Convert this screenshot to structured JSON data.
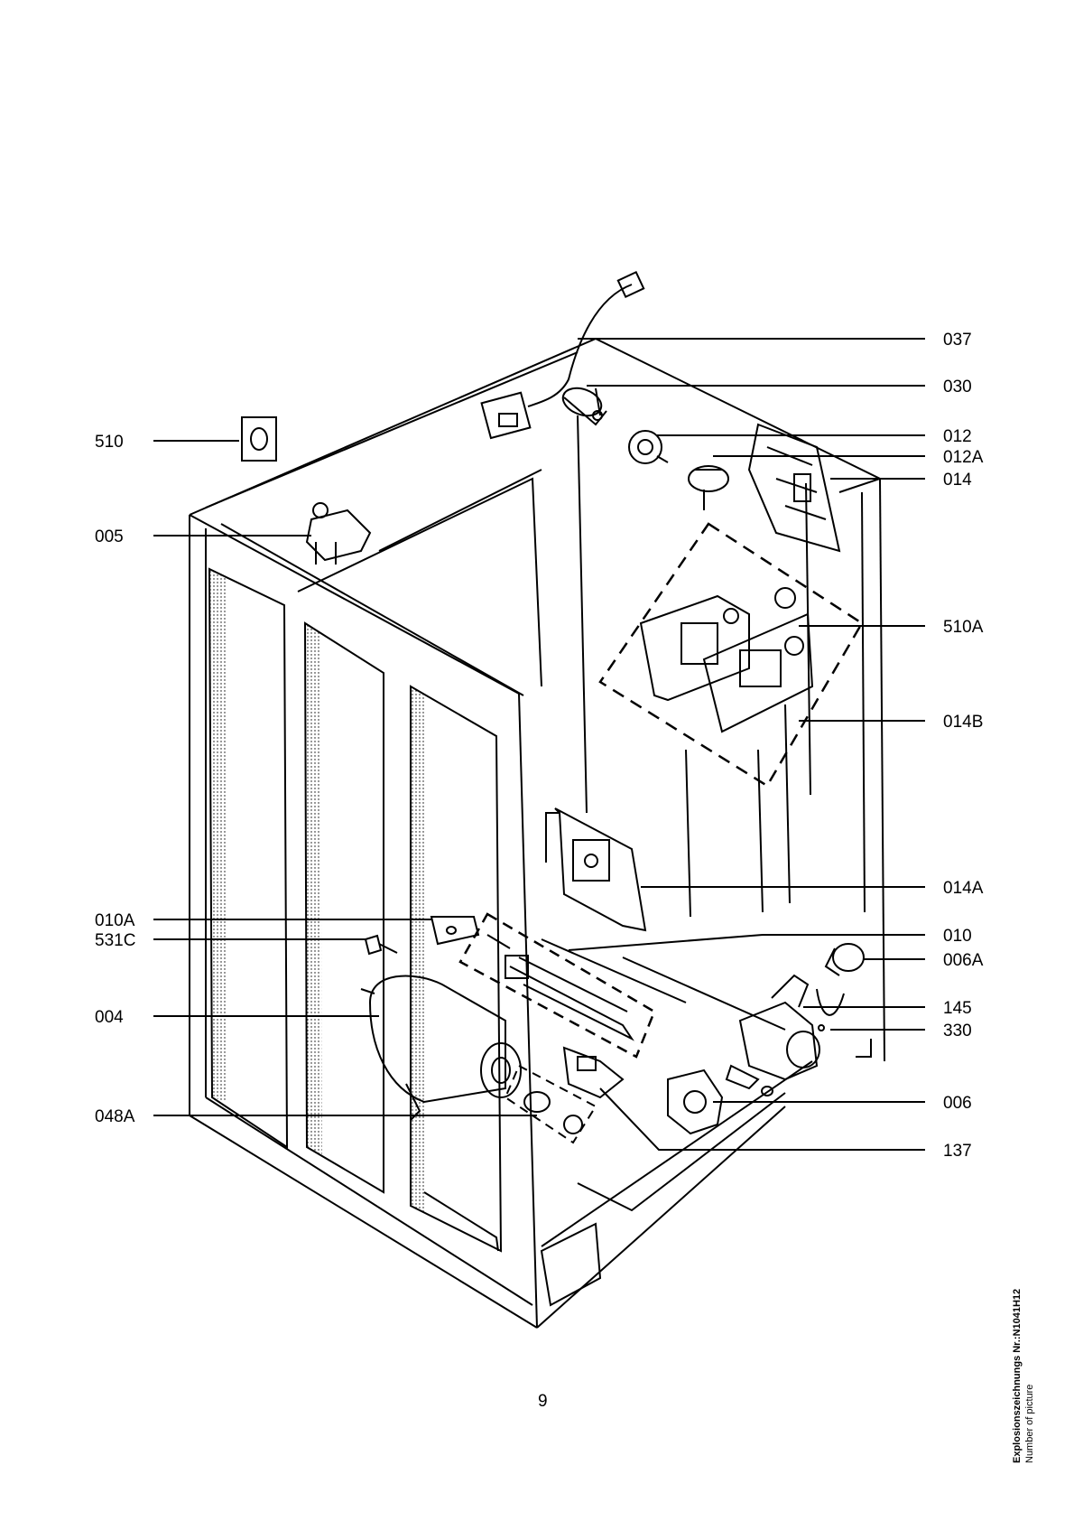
{
  "callouts": [
    {
      "id": "037",
      "label": "037"
    },
    {
      "id": "030",
      "label": "030"
    },
    {
      "id": "012",
      "label": "012"
    },
    {
      "id": "012A",
      "label": "012A"
    },
    {
      "id": "014",
      "label": "014"
    },
    {
      "id": "510A",
      "label": "510A"
    },
    {
      "id": "014B",
      "label": "014B"
    },
    {
      "id": "014A",
      "label": "014A"
    },
    {
      "id": "010",
      "label": "010"
    },
    {
      "id": "006A",
      "label": "006A"
    },
    {
      "id": "145",
      "label": "145"
    },
    {
      "id": "330",
      "label": "330"
    },
    {
      "id": "006",
      "label": "006"
    },
    {
      "id": "137",
      "label": "137"
    },
    {
      "id": "510",
      "label": "510"
    },
    {
      "id": "005",
      "label": "005"
    },
    {
      "id": "010A",
      "label": "010A"
    },
    {
      "id": "531C",
      "label": "531C"
    },
    {
      "id": "004",
      "label": "004"
    },
    {
      "id": "048A",
      "label": "048A"
    }
  ],
  "page_number": "9",
  "side_note": {
    "line1": "Explosionszeichnungs Nr.:N1041H12",
    "line2": "Number of picture"
  }
}
